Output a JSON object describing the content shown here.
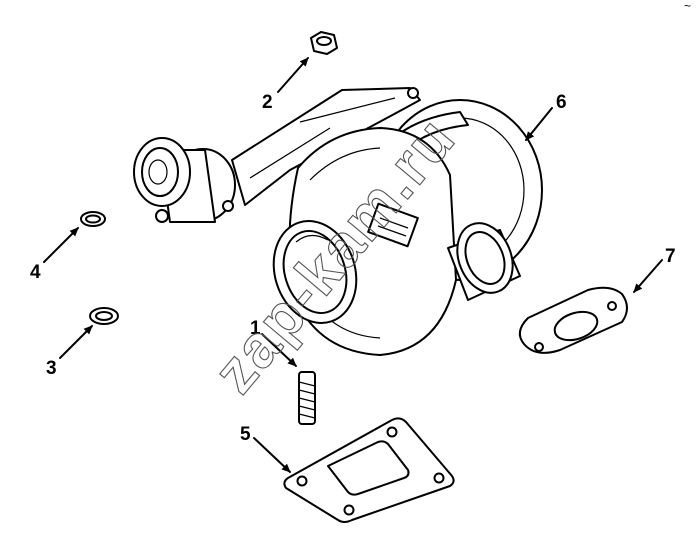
{
  "diagram": {
    "callouts": [
      {
        "id": "callout-1",
        "label": "1"
      },
      {
        "id": "callout-2",
        "label": "2"
      },
      {
        "id": "callout-3",
        "label": "3"
      },
      {
        "id": "callout-4",
        "label": "4"
      },
      {
        "id": "callout-5",
        "label": "5"
      },
      {
        "id": "callout-6",
        "label": "6"
      },
      {
        "id": "callout-7",
        "label": "7"
      }
    ],
    "watermark": "zap-kam.ru",
    "corner_mark": "~"
  }
}
